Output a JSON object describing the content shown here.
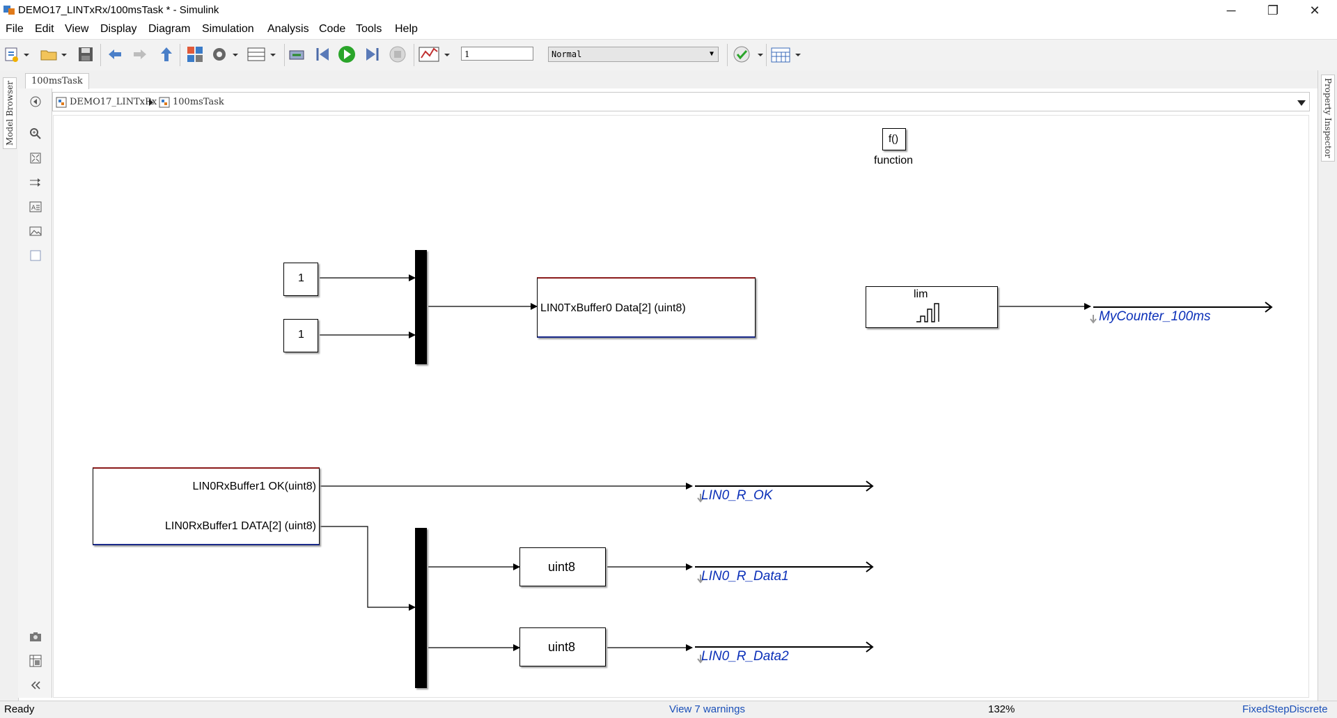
{
  "window": {
    "title": "DEMO17_LINTxRx/100msTask * - Simulink",
    "minimize_glyph": "─",
    "maximize_glyph": "❐",
    "close_glyph": "✕"
  },
  "menu": [
    "File",
    "Edit",
    "View",
    "Display",
    "Diagram",
    "Simulation",
    "Analysis",
    "Code",
    "Tools",
    "Help"
  ],
  "toolbar": {
    "stop_time": "1",
    "sim_mode": "Normal"
  },
  "side_tabs": {
    "left": "Model Browser",
    "right": "Property Inspector"
  },
  "editor_tab": "100msTask",
  "breadcrumb": {
    "root": "DEMO17_LINTxRx",
    "child": "100msTask"
  },
  "diagram": {
    "function_block": {
      "icon": "f()",
      "label": "function"
    },
    "const1": "1",
    "const2": "1",
    "tx_bus_label": "LIN0TxBuffer0 Data[2] (uint8)",
    "counter_block": "lim",
    "counter_signal": "MyCounter_100ms",
    "rx_block_port1": "LIN0RxBuffer1 OK(uint8)",
    "rx_block_port2": "LIN0RxBuffer1 DATA[2] (uint8)",
    "signal_ok": "LIN0_R_OK",
    "convert1": "uint8",
    "convert2": "uint8",
    "signal_data1": "LIN0_R_Data1",
    "signal_data2": "LIN0_R_Data2"
  },
  "status": {
    "state": "Ready",
    "warnings": "View 7 warnings",
    "zoom": "132%",
    "solver": "FixedStepDiscrete"
  },
  "colors": {
    "signal_label": "#0a2fb8",
    "status_link": "#1a4fb8",
    "play_green": "#2aa52a"
  }
}
